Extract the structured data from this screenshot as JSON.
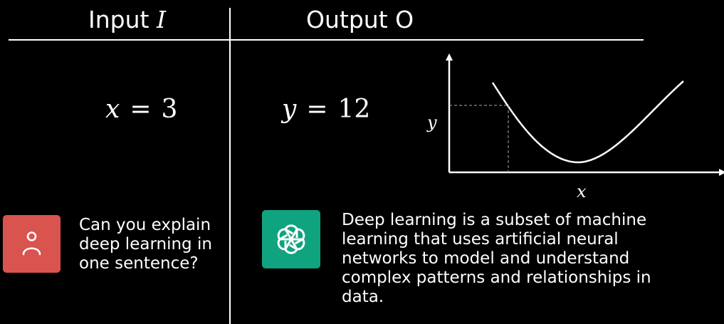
{
  "header": {
    "input_label": "Input",
    "input_symbol": "I",
    "output_label": "Output",
    "output_symbol": "O"
  },
  "equations": {
    "input": {
      "variable": "x",
      "operator": "=",
      "value": "3"
    },
    "output": {
      "variable": "y",
      "operator": "=",
      "value": "12"
    }
  },
  "graph": {
    "x_axis_label": "x",
    "y_axis_label": "y"
  },
  "chat": {
    "user_message": "Can you explain deep learning in one sentence?",
    "assistant_message": "Deep learning is a subset of machine learning that uses artificial neural networks to model and understand complex patterns and relationships in data.",
    "user_icon": "user-icon",
    "assistant_icon": "chatgpt-logo-icon"
  },
  "colors": {
    "background": "#000000",
    "foreground": "#ffffff",
    "user_avatar": "#d9534f",
    "assistant_avatar": "#10a37f"
  }
}
